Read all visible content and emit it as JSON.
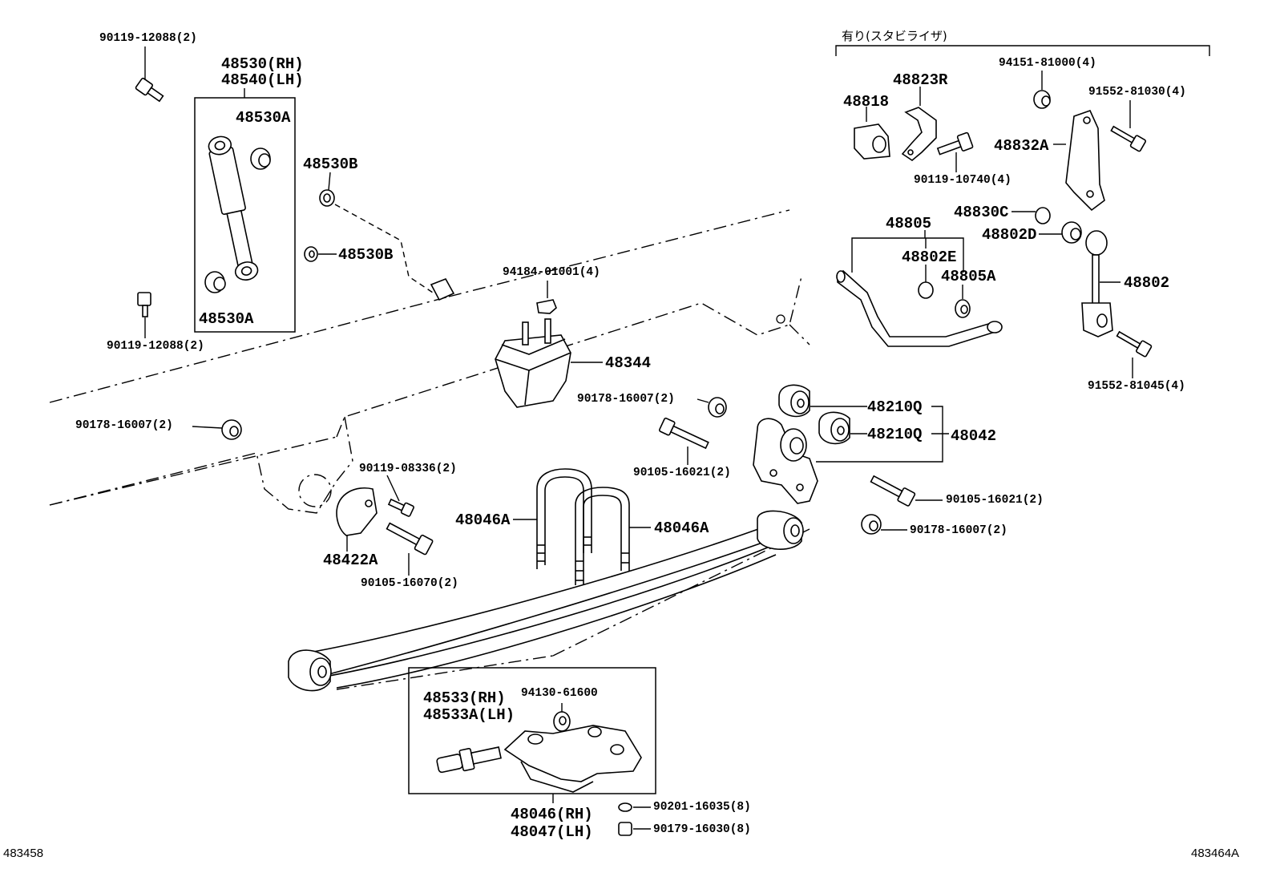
{
  "labels": {
    "l_90119_12088_top": "90119-12088(2)",
    "l_48530_rh": "48530(RH)",
    "l_48540_lh": "48540(LH)",
    "l_48530a_top": "48530A",
    "l_48530b_top": "48530B",
    "l_48530b_mid": "48530B",
    "l_48530a_bot": "48530A",
    "l_90119_12088_bot": "90119-12088(2)",
    "l_94184": "94184-01001(4)",
    "l_48344": "48344",
    "l_90178_a": "90178-16007(2)",
    "l_90178_b": "90178-16007(2)",
    "l_90105_16021_a": "90105-16021(2)",
    "l_90119_08336": "90119-08336(2)",
    "l_48046a_l": "48046A",
    "l_48046a_r": "48046A",
    "l_48422a": "48422A",
    "l_90105_16070": "90105-16070(2)",
    "l_stabi": "有り(スタビライザ)",
    "l_48823r": "48823R",
    "l_48818": "48818",
    "l_94151": "94151-81000(4)",
    "l_91552_81030": "91552-81030(4)",
    "l_48832a": "48832A",
    "l_90119_10740": "90119-10740(4)",
    "l_48830c": "48830C",
    "l_48805": "48805",
    "l_48802d": "48802D",
    "l_48802e": "48802E",
    "l_48805a": "48805A",
    "l_48802": "48802",
    "l_91552_81045": "91552-81045(4)",
    "l_48210q_a": "48210Q",
    "l_48210q_b": "48210Q",
    "l_48042": "48042",
    "l_90105_16021_b": "90105-16021(2)",
    "l_90178_c": "90178-16007(2)",
    "l_48533_rh": "48533(RH)",
    "l_48533a_lh": "48533A(LH)",
    "l_94130": "94130-61600",
    "l_48046_rh": "48046(RH)",
    "l_48047_lh": "48047(LH)",
    "l_90201": "90201-16035(8)",
    "l_90179": "90179-16030(8)",
    "l_corner_left": "483458",
    "l_corner_right": "483464A"
  }
}
